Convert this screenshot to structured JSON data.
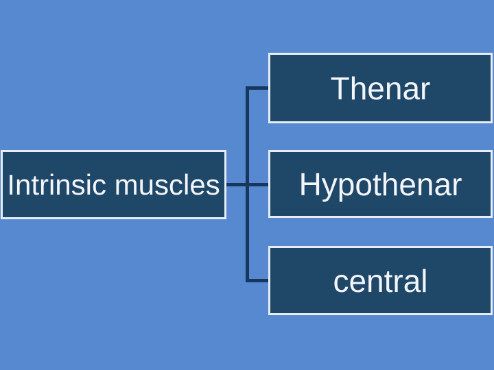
{
  "diagram": {
    "type": "hierarchy",
    "root": {
      "label": "Intrinsic muscles"
    },
    "children": [
      {
        "label": "Thenar"
      },
      {
        "label": "Hypothenar"
      },
      {
        "label": "central"
      }
    ]
  },
  "colors": {
    "background": "#5689cf",
    "node_fill": "#1f4768",
    "node_border": "#e6edf6",
    "connector": "#17375e",
    "text": "#f2f5f9"
  }
}
